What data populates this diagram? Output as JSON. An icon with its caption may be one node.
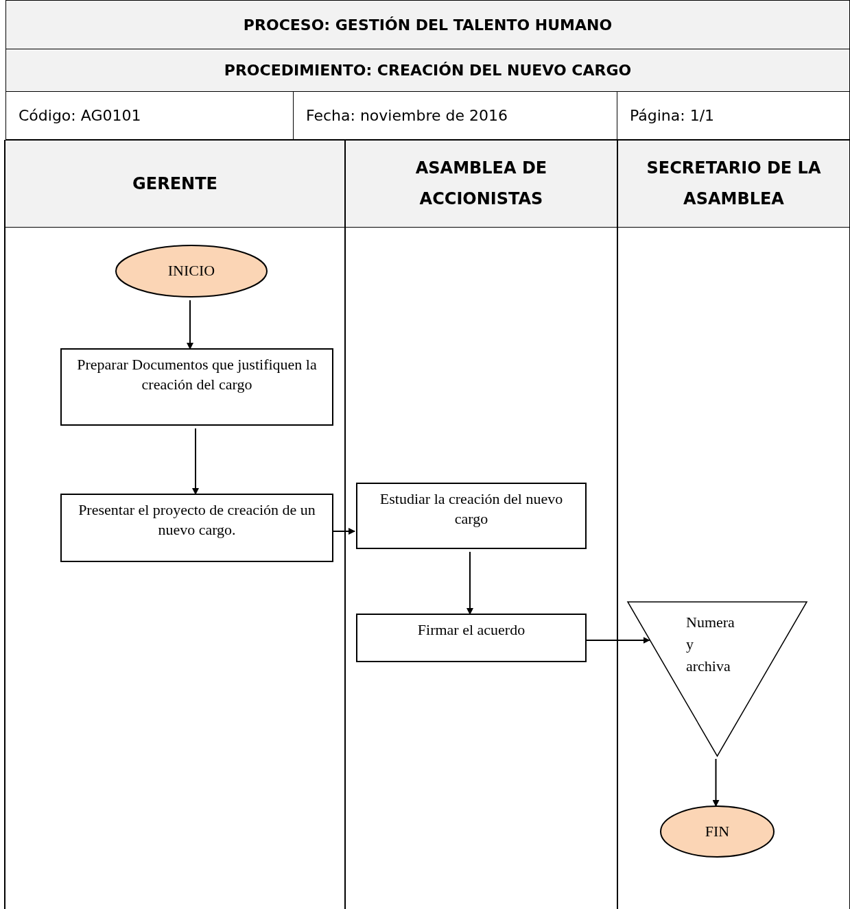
{
  "diagram": {
    "title": "PROCESO: GESTIÓN DEL TALENTO HUMANO",
    "labels": [
      "PROCEDIMIENTO: CREACIÓN DEL NUEVO CARGO",
      "Código: AG0101",
      "Fecha: noviembre de 2016",
      "Página: 1/1"
    ],
    "nodes": [
      {
        "text": [
          "GERENTE"
        ]
      },
      {
        "text": [
          "ASAMBLEA DE ACCIONISTAS"
        ]
      },
      {
        "text": [
          "SECRETARIO DE LA ASAMBLEA"
        ]
      },
      {
        "text": [
          "INICIO"
        ],
        "in": 0
      },
      {
        "text": [
          "Preparar Documentos que justifiquen la creación del cargo"
        ],
        "in": 0
      },
      {
        "text": [
          "Presentar el proyecto de creación de un nuevo cargo."
        ],
        "in": 0
      },
      {
        "text": [
          "Estudiar la creación del nuevo cargo"
        ],
        "in": 1
      },
      {
        "text": [
          "Firmar el acuerdo"
        ],
        "in": 1
      },
      {
        "text": [
          "Numera y archiva"
        ],
        "in": 2
      },
      {
        "text": [
          "FIN"
        ],
        "in": 2
      }
    ],
    "edges": [
      {
        "from": 3,
        "to": 4,
        "arrow": "to"
      },
      {
        "from": 4,
        "to": 5,
        "arrow": "to"
      },
      {
        "from": 5,
        "to": 6,
        "arrow": "to"
      },
      {
        "from": 6,
        "to": 7,
        "arrow": "to"
      },
      {
        "from": 7,
        "to": 8,
        "arrow": "to"
      },
      {
        "from": 8,
        "to": 9,
        "arrow": "to"
      }
    ]
  }
}
